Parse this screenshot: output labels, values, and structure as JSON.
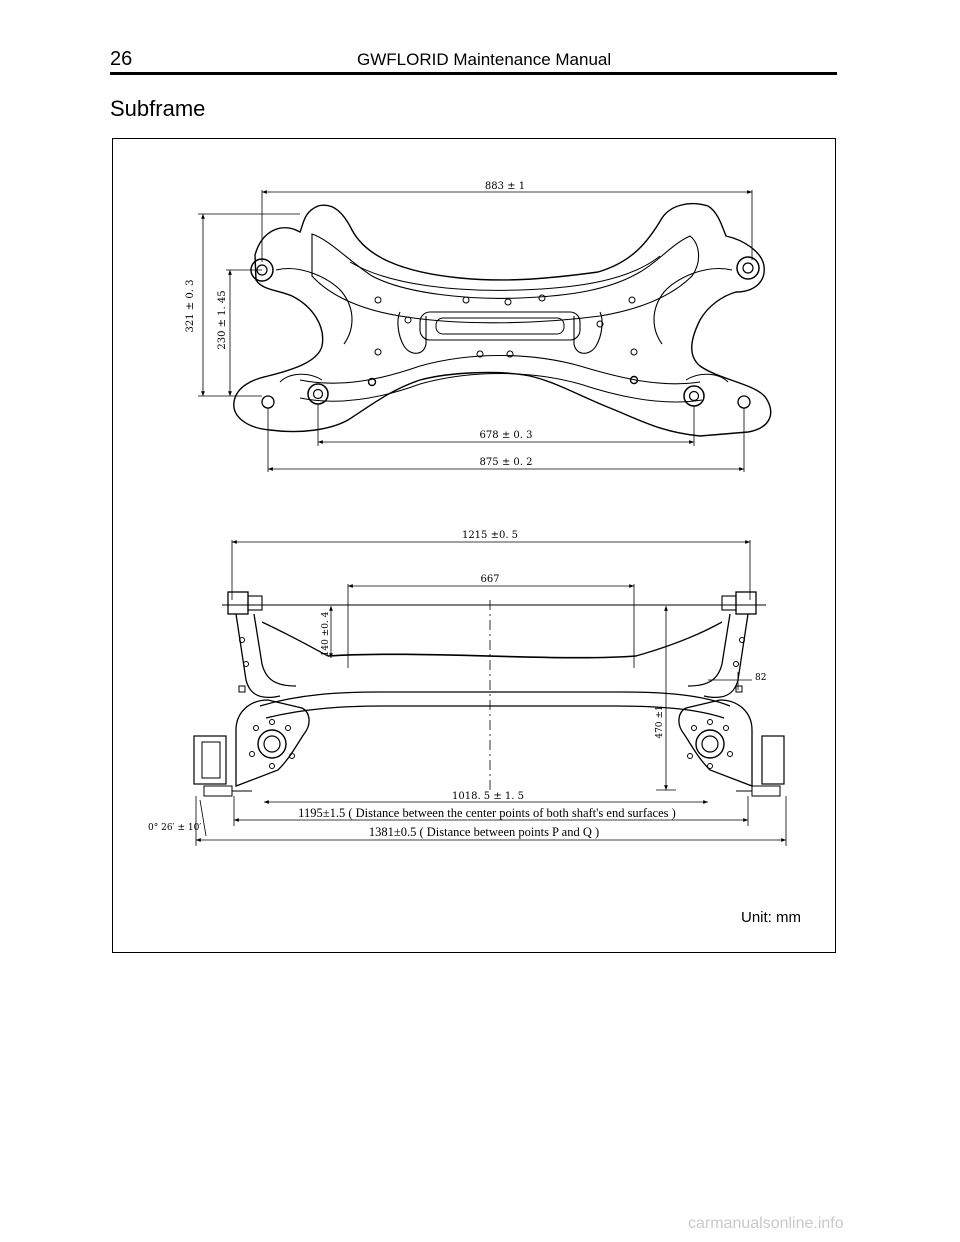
{
  "header": {
    "page_number": "26",
    "running_title": "GWFLORID Maintenance Manual"
  },
  "section": {
    "title": "Subframe"
  },
  "figure": {
    "unit_label": "Unit: mm",
    "top_view": {
      "dim_width_top": "883 ± 1",
      "dim_height_outer": "321 ± 0. 3",
      "dim_height_inner": "230 ± 1. 45",
      "dim_width_mid": "678 ± 0. 3",
      "dim_width_bottom": "875 ± 0. 2"
    },
    "front_view": {
      "dim_overall": "1215 ±0. 5",
      "dim_crossmember": "667",
      "dim_drop": "140 ±0. 4",
      "dim_offset": "82",
      "dim_height": "470 ±1",
      "dim_hub_distance": "1018. 5 ± 1. 5",
      "dim_shaft_ends": "1195±1.5 ( Distance between the center points of  both shaft's end surfaces )",
      "dim_points_pq": "1381±0.5 ( Distance between points P and Q )",
      "dim_angle": "0° 26′ ± 10′"
    }
  },
  "watermark": "carmanualsonline.info"
}
